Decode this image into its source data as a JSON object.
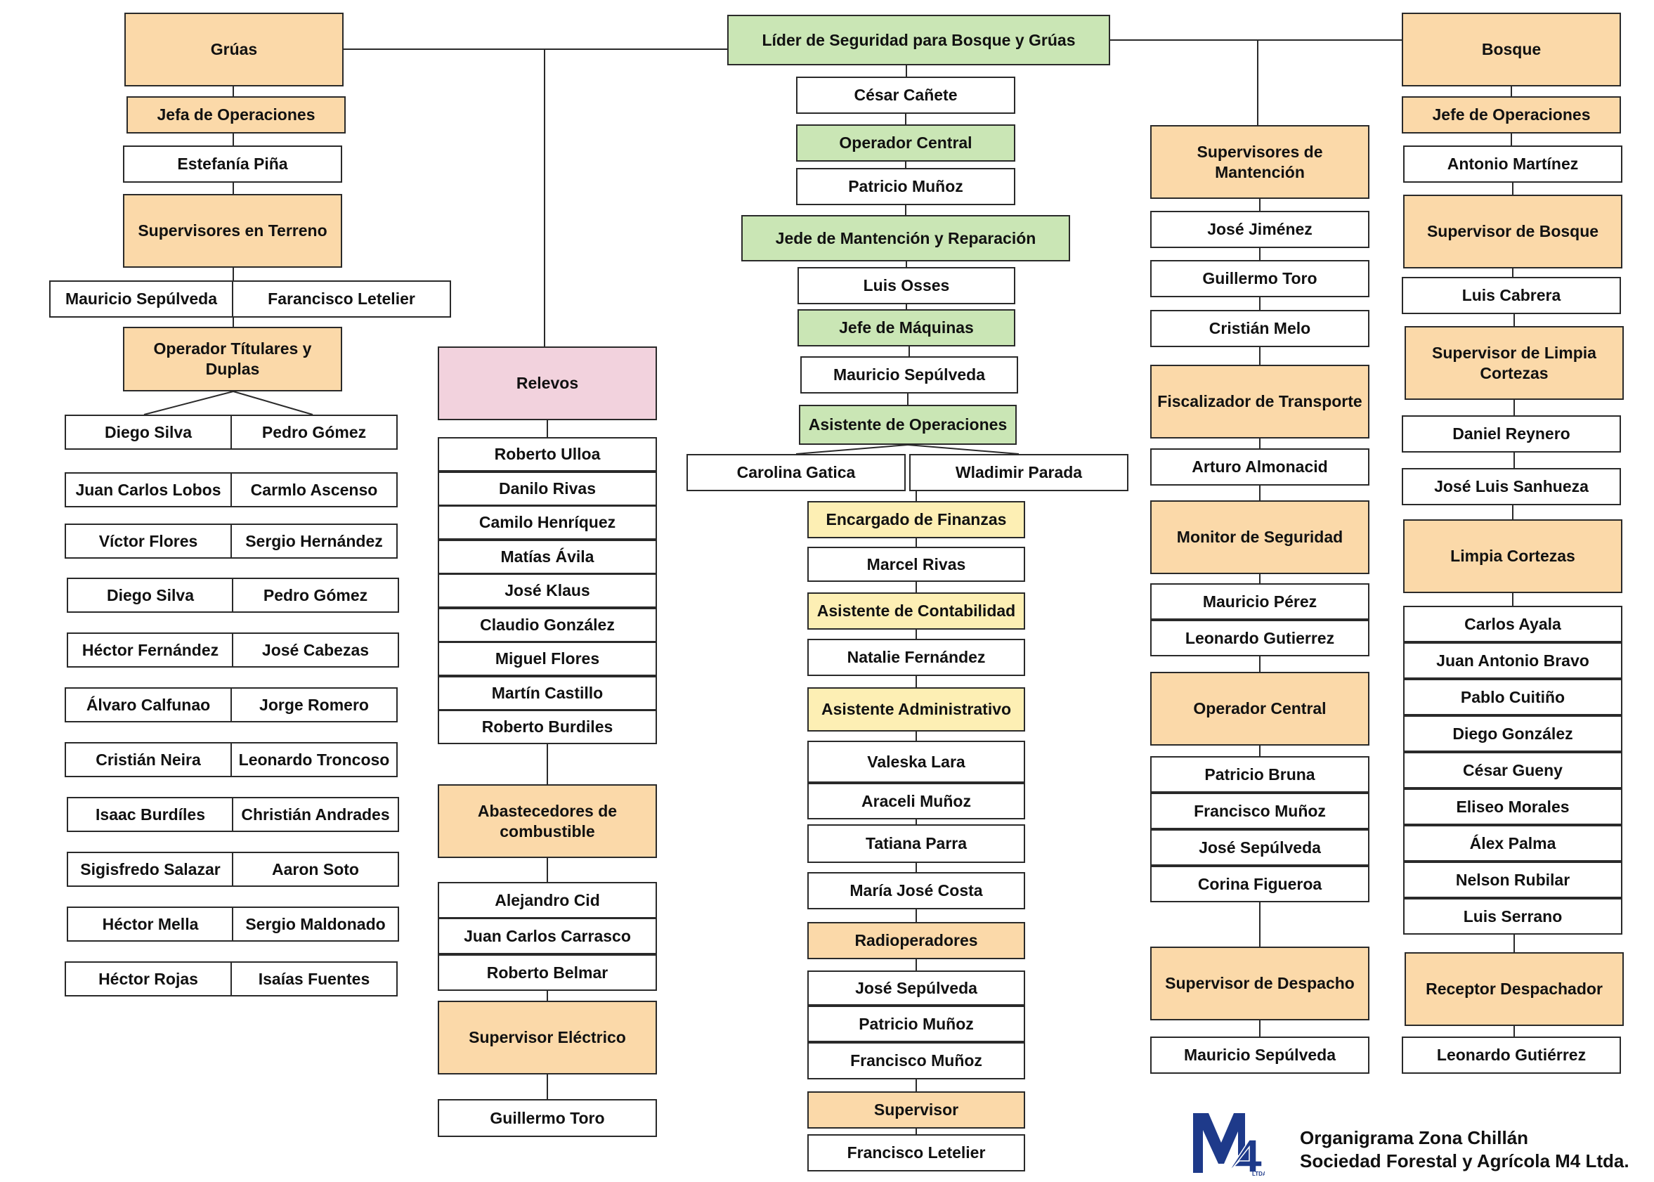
{
  "chart_data": {
    "type": "diagram",
    "top": {
      "label": "Líder de Seguridad para Bosque y Grúas",
      "name": "César Cañete"
    },
    "central": [
      {
        "role": "Operador Central",
        "names": [
          "Patricio Muñoz"
        ]
      },
      {
        "role": "Jede de Mantención y Reparación",
        "names": [
          "Luis Osses"
        ]
      },
      {
        "role": "Jefe de Máquinas",
        "names": [
          "Mauricio Sepúlveda"
        ]
      },
      {
        "role": "Asistente de Operaciones",
        "names": [
          "Carolina Gatica",
          "Wladimir Parada"
        ]
      },
      {
        "role": "Encargado de Finanzas",
        "names": [
          "Marcel Rivas"
        ]
      },
      {
        "role": "Asistente de Contabilidad",
        "names": [
          "Natalie Fernández"
        ]
      },
      {
        "role": "Asistente Administrativo",
        "names": [
          "Valeska Lara",
          "Araceli Muñoz",
          "Tatiana Parra",
          "María José Costa"
        ]
      },
      {
        "role": "Radioperadores",
        "names": [
          "José Sepúlveda",
          "Patricio Muñoz",
          "Francisco Muñoz"
        ]
      },
      {
        "role": "Supervisor",
        "names": [
          "Francisco Letelier"
        ]
      }
    ],
    "gruas": {
      "label": "Grúas",
      "jefa_role": "Jefa de Operaciones",
      "jefa_name": "Estefanía Piña",
      "supervisores_role": "Supervisores en Terreno",
      "supervisores": [
        "Mauricio Sepúlveda",
        "Farancisco Letelier"
      ],
      "operadores_role": "Operador Títulares y Duplas",
      "duplas": [
        [
          "Diego Silva",
          "Pedro Gómez"
        ],
        [
          "Juan Carlos Lobos",
          "Carmlo Ascenso"
        ],
        [
          "Víctor Flores",
          "Sergio Hernández"
        ],
        [
          "Diego Silva",
          "Pedro Gómez"
        ],
        [
          "Héctor Fernández",
          "José Cabezas"
        ],
        [
          "Álvaro Calfunao",
          "Jorge Romero"
        ],
        [
          "Cristián Neira",
          "Leonardo Troncoso"
        ],
        [
          "Isaac Burdíles",
          "Christián Andrades"
        ],
        [
          "Sigisfredo Salazar",
          "Aaron Soto"
        ],
        [
          "Héctor Mella",
          "Sergio Maldonado"
        ],
        [
          "Héctor Rojas",
          "Isaías Fuentes"
        ]
      ]
    },
    "relevos": {
      "label": "Relevos",
      "names": [
        "Roberto Ulloa",
        "Danilo Rivas",
        "Camilo Henríquez",
        "Matías Ávila",
        "José Klaus",
        "Claudio González",
        "Miguel Flores",
        "Martín Castillo",
        "Roberto Burdiles"
      ],
      "abastecedores_role": "Abastecedores de combustible",
      "abastecedores": [
        "Alejandro Cid",
        "Juan Carlos Carrasco",
        "Roberto Belmar"
      ],
      "electrico_role": "Supervisor Eléctrico",
      "electrico": [
        "Guillermo Toro"
      ]
    },
    "mantencion": [
      {
        "role": "Supervisores de Mantención",
        "names": [
          "José Jiménez",
          "Guillermo Toro",
          "Cristián Melo"
        ]
      },
      {
        "role": "Fiscalizador de Transporte",
        "names": [
          "Arturo Almonacid"
        ]
      },
      {
        "role": "Monitor de Seguridad",
        "names": [
          "Mauricio Pérez",
          "Leonardo Gutierrez"
        ]
      },
      {
        "role": "Operador Central",
        "names": [
          "Patricio Bruna",
          "Francisco Muñoz",
          "José Sepúlveda",
          "Corina Figueroa"
        ]
      },
      {
        "role": "Supervisor de Despacho",
        "names": [
          "Mauricio Sepúlveda"
        ]
      }
    ],
    "bosque": {
      "label": "Bosque",
      "groups": [
        {
          "role": "Jefe de Operaciones",
          "names": [
            "Antonio Martínez"
          ]
        },
        {
          "role": "Supervisor de Bosque",
          "names": [
            "Luis Cabrera"
          ]
        },
        {
          "role": "Supervisor de Limpia Cortezas",
          "names": [
            "Daniel Reynero",
            "José Luis Sanhueza"
          ]
        },
        {
          "role": "Limpia Cortezas",
          "names": [
            "Carlos Ayala",
            "Juan Antonio Bravo",
            "Pablo Cuitiño",
            "Diego González",
            "César Gueny",
            "Eliseo Morales",
            "Álex Palma",
            "Nelson Rubilar",
            "Luis Serrano"
          ]
        },
        {
          "role": "Receptor Despachador",
          "names": [
            "Leonardo Gutiérrez"
          ]
        }
      ]
    }
  },
  "footer": {
    "title_line1": "Organigrama Zona Chillán",
    "title_line2": "Sociedad Forestal y Agrícola M4 Ltda.",
    "logo_text": "M4",
    "logo_sub": "LTDA."
  },
  "colors": {
    "orange": "#fbd9a9",
    "green": "#cae6b5",
    "yellow": "#fdefb4",
    "pink": "#f2d2dd",
    "logo_blue": "#1e3a8a"
  }
}
